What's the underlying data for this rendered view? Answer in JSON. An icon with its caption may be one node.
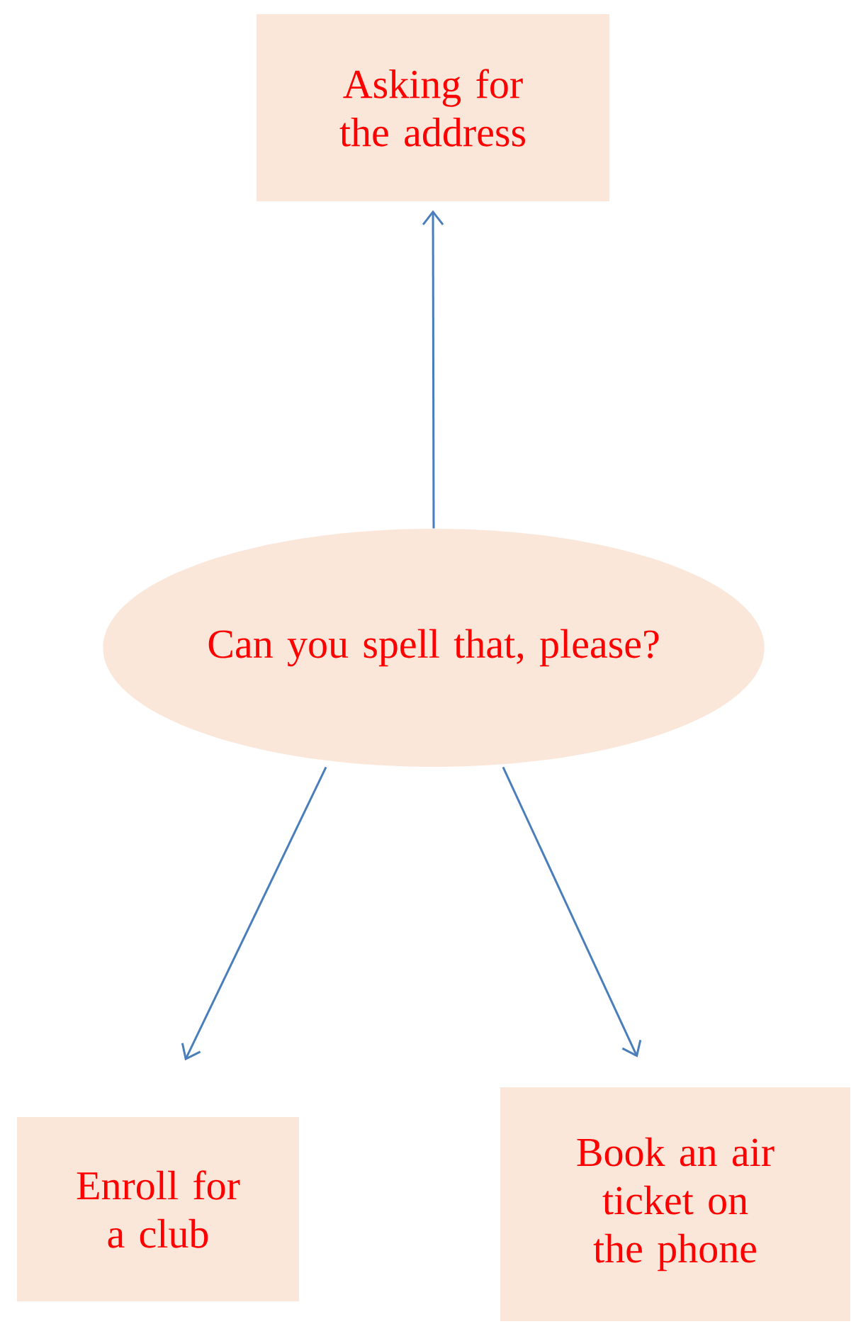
{
  "diagram": {
    "nodes": [
      {
        "text": [
          "Asking for the address"
        ]
      },
      {
        "text": [
          "Can you spell that, please?"
        ]
      },
      {
        "text": [
          "Enroll for a club"
        ]
      },
      {
        "text": [
          "Book an air ticket on the phone"
        ]
      }
    ],
    "edges": [
      {
        "from": 1,
        "to": 0,
        "arrow": "to"
      },
      {
        "from": 1,
        "to": 2,
        "arrow": "to"
      },
      {
        "from": 1,
        "to": 3,
        "arrow": "to"
      }
    ]
  }
}
